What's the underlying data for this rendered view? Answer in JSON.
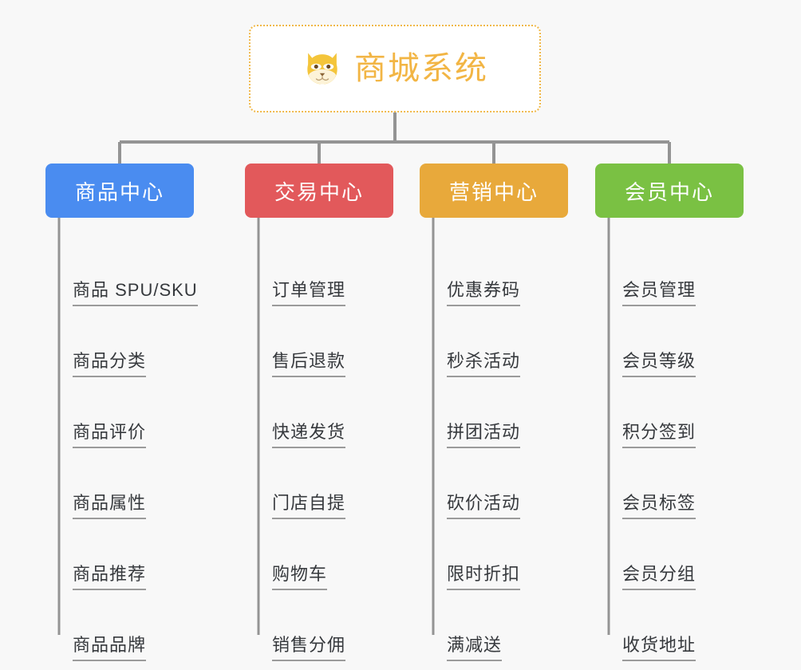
{
  "root": {
    "title": "商城系统",
    "icon": "shiba-dog-face-icon",
    "border_color": "#f0b849",
    "text_color": "#f2b544"
  },
  "canvas": {
    "background_color": "#f8f8f8",
    "connector_color": "#949494",
    "leaf_text_color": "#36393d",
    "leaf_rule_color": "#9b9b9b"
  },
  "columns": [
    {
      "title": "商品中心",
      "color": "#4a8cf0",
      "items": [
        "商品 SPU/SKU",
        "商品分类",
        "商品评价",
        "商品属性",
        "商品推荐",
        "商品品牌"
      ]
    },
    {
      "title": "交易中心",
      "color": "#e2595b",
      "items": [
        "订单管理",
        "售后退款",
        "快递发货",
        "门店自提",
        "购物车",
        "销售分佣"
      ]
    },
    {
      "title": "营销中心",
      "color": "#e8a93b",
      "items": [
        "优惠券码",
        "秒杀活动",
        "拼团活动",
        "砍价活动",
        "限时折扣",
        "满减送"
      ]
    },
    {
      "title": "会员中心",
      "color": "#7ac143",
      "items": [
        "会员管理",
        "会员等级",
        "积分签到",
        "会员标签",
        "会员分组",
        "收货地址"
      ]
    }
  ]
}
